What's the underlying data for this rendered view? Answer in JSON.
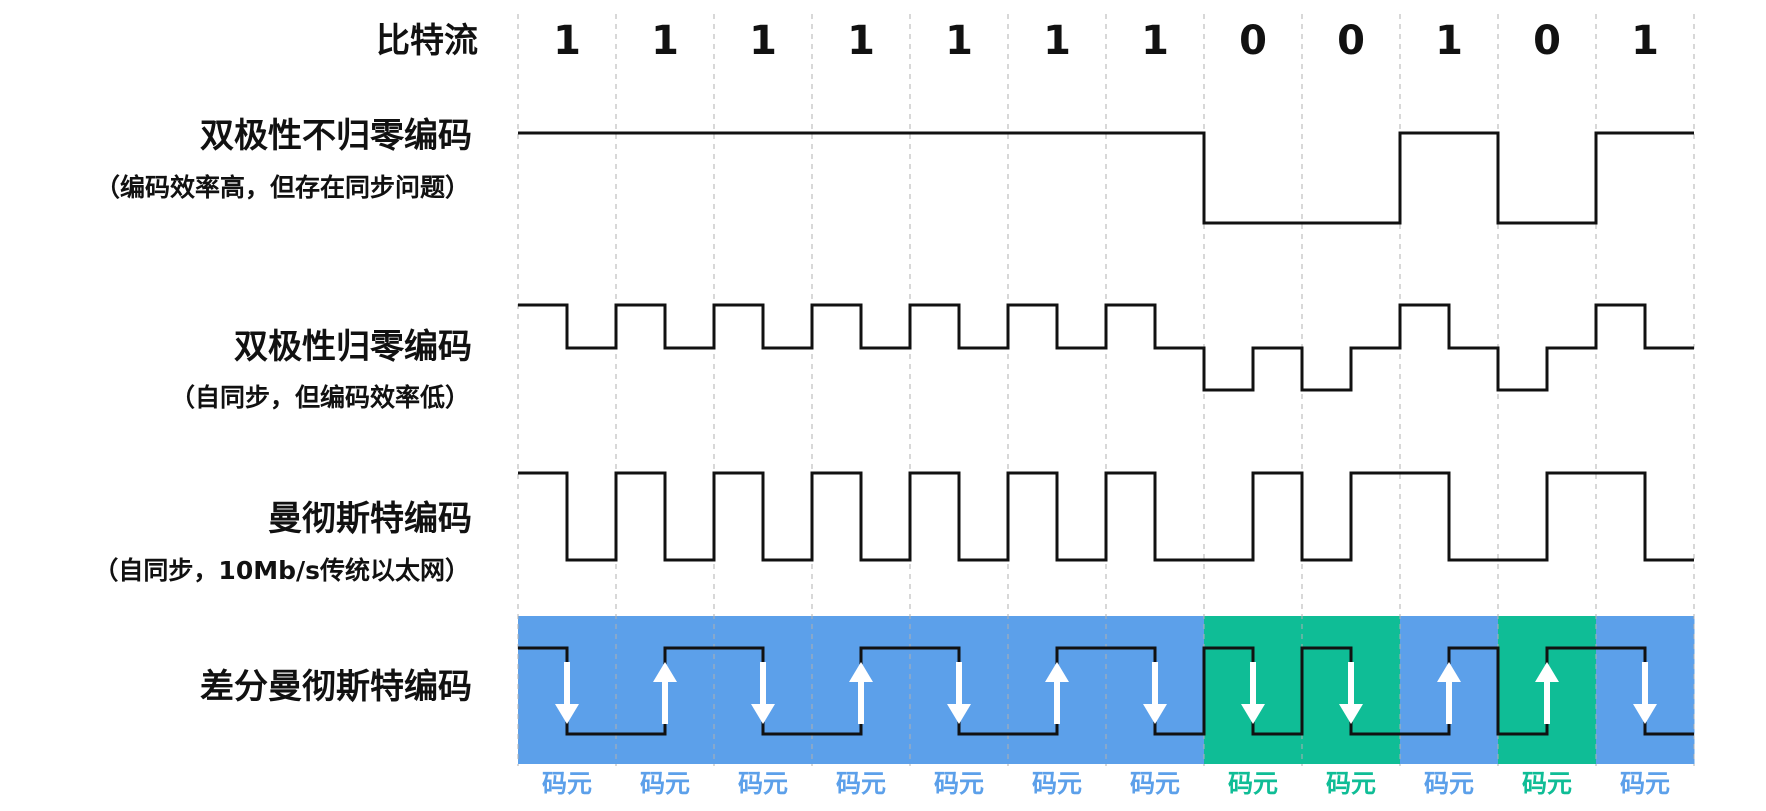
{
  "labels": {
    "bitstream": "比特流",
    "nrz_title": "双极性不归零编码",
    "nrz_note": "（编码效率高，但存在同步问题）",
    "rz_title": "双极性归零编码",
    "rz_note": "（自同步，但编码效率低）",
    "manchester_title": "曼彻斯特编码",
    "manchester_note": "（自同步，10Mb/s传统以太网）",
    "diff_manchester_title": "差分曼彻斯特编码"
  },
  "bits": [
    "1",
    "1",
    "1",
    "1",
    "1",
    "1",
    "1",
    "0",
    "0",
    "1",
    "0",
    "1"
  ],
  "cell_labels": [
    "码元",
    "码元",
    "码元",
    "码元",
    "码元",
    "码元",
    "码元",
    "码元",
    "码元",
    "码元",
    "码元",
    "码元"
  ],
  "diff_manchester": {
    "first_half_level": [
      "high",
      "low",
      "high",
      "low",
      "high",
      "low",
      "high",
      "high",
      "high",
      "low",
      "low",
      "high"
    ],
    "arrows": [
      "down",
      "up",
      "down",
      "up",
      "down",
      "up",
      "down",
      "down",
      "down",
      "up",
      "up",
      "down"
    ],
    "cell_highlight": [
      "blue",
      "blue",
      "blue",
      "blue",
      "blue",
      "blue",
      "blue",
      "green",
      "green",
      "blue",
      "green",
      "blue"
    ]
  },
  "colors": {
    "blue": "#5ca0ea",
    "green": "#0fbd96",
    "label_blue": "#5ca0ea",
    "label_green": "#0fbd96",
    "line": "#111111",
    "grid": "#b0b0b0",
    "arrow": "#ffffff"
  }
}
